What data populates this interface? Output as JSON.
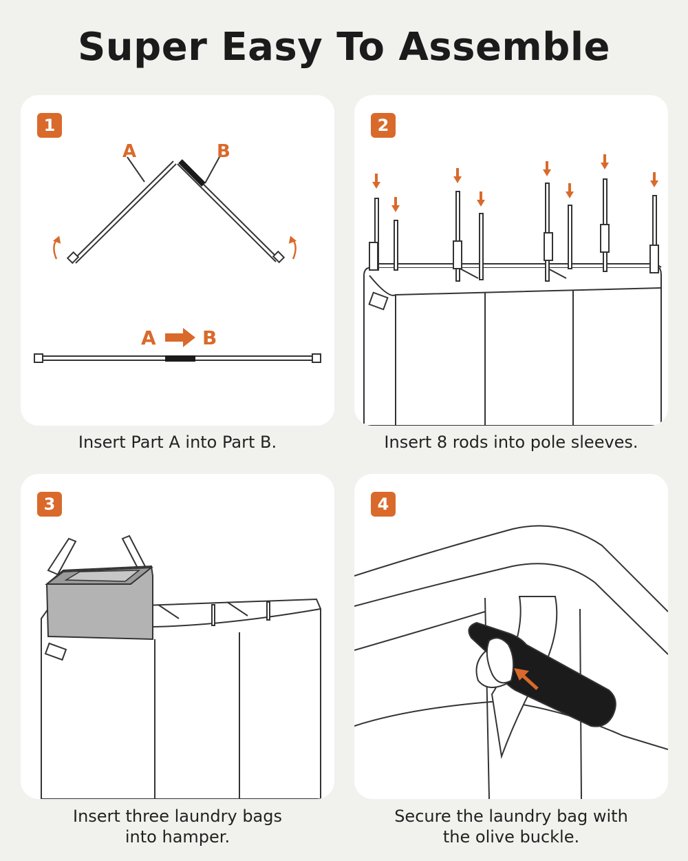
{
  "title": "Super Easy To Assemble",
  "accent_color": "#d96a2b",
  "steps": [
    {
      "number": "1",
      "caption": "Insert Part A into Part B.",
      "label_a": "A",
      "label_b": "B",
      "label_a2": "A",
      "label_b2": "B"
    },
    {
      "number": "2",
      "caption": "Insert 8 rods into pole sleeves."
    },
    {
      "number": "3",
      "caption_line1": "Insert three laundry bags",
      "caption_line2": "into hamper."
    },
    {
      "number": "4",
      "caption_line1": "Secure the laundry bag with",
      "caption_line2": "the olive buckle."
    }
  ]
}
